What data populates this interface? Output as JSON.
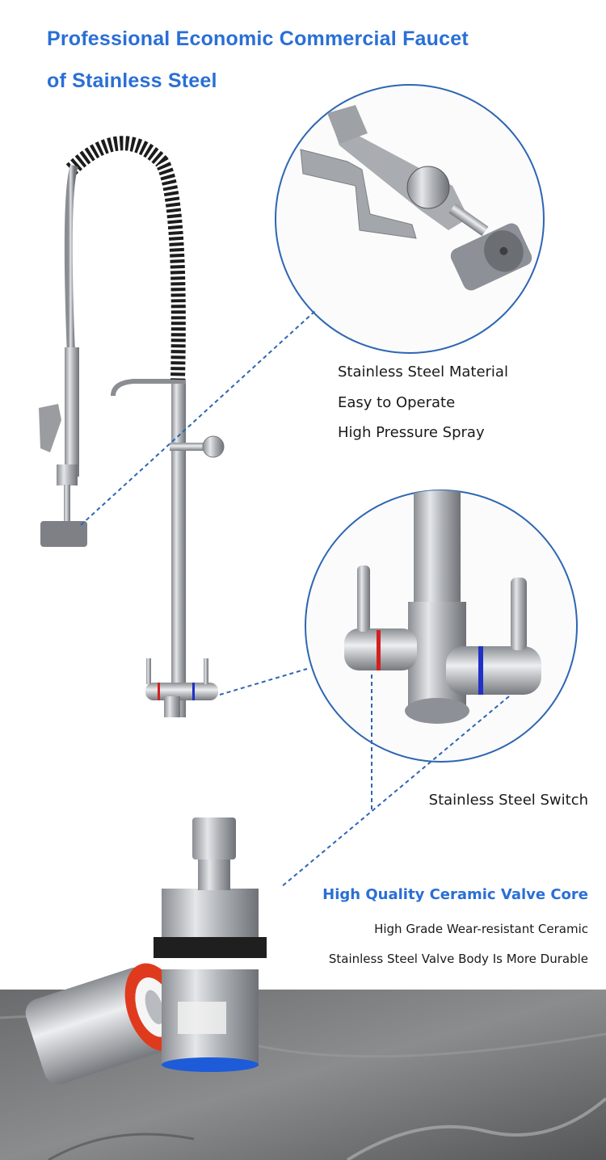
{
  "header": {
    "title_line1": "Professional Economic Commercial Faucet",
    "title_line2": "of Stainless Steel"
  },
  "sprayer_features": [
    "Stainless Steel Material",
    "Easy to Operate",
    "High Pressure Spray"
  ],
  "switch_label": "Stainless Steel Switch",
  "valve_core": {
    "heading": "High Quality Ceramic Valve Core",
    "lines": [
      "High Grade Wear-resistant Ceramic",
      "Stainless Steel Valve Body Is More Durable"
    ]
  },
  "colors": {
    "accent": "#2a6fd6",
    "circle_border": "#2d66b3",
    "hot_ring": "#d22020",
    "cold_ring": "#2030c8"
  }
}
